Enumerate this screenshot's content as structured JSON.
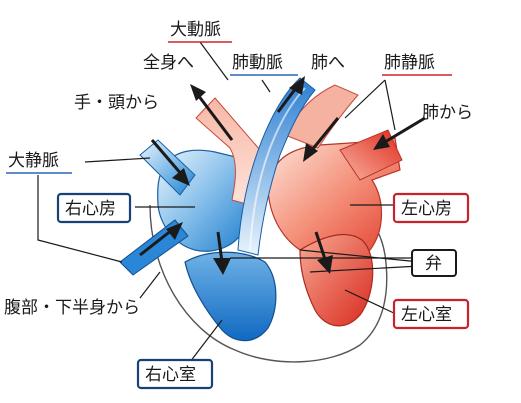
{
  "labels": {
    "aorta": "大動脈",
    "to_whole_body": "全身へ",
    "pulmonary_artery": "肺動脈",
    "to_lungs": "肺へ",
    "pulmonary_vein": "肺静脈",
    "from_hands_head": "手・頭から",
    "from_lungs": "肺から",
    "vena_cava": "大静脈",
    "right_atrium": "右心房",
    "left_atrium": "左心房",
    "valve": "弁",
    "from_abdomen_lower_body": "腹部・下半身から",
    "left_ventricle": "左心室",
    "right_ventricle": "右心室"
  },
  "colors": {
    "deoxygenated_blue": "#1f7fd0",
    "oxygenated_red": "#e23a2a",
    "label_underline_red": "#d2232a",
    "label_underline_blue": "#2a66b8"
  }
}
